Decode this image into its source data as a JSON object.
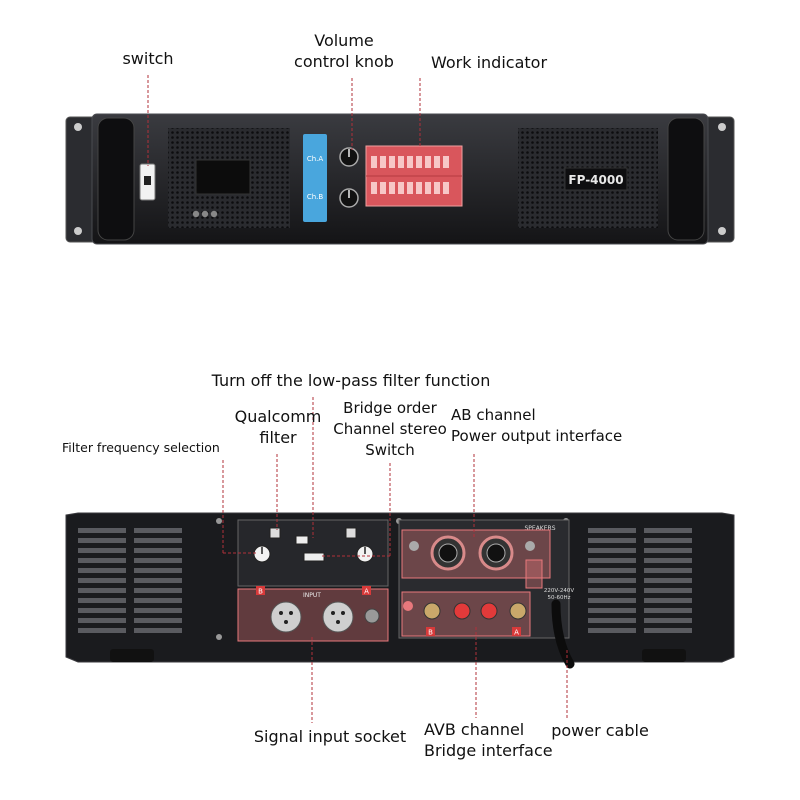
{
  "front_labels": {
    "switch": "switch",
    "volume_line1": "Volume",
    "volume_line2": "control knob",
    "work_indicator": "Work indicator"
  },
  "front_panel": {
    "model": "FP-4000",
    "ch_a": "Ch.A",
    "ch_b": "Ch.B"
  },
  "rear_labels": {
    "lowpass_off": "Turn off the low-pass filter function",
    "qualcomm_line1": "Qualcomm",
    "qualcomm_line2": "filter",
    "bridge_line1": "Bridge order",
    "bridge_line2": "Channel stereo",
    "bridge_line3": "Switch",
    "ab_line1": "AB channel",
    "ab_line2": "Power output interface",
    "filter_freq": "Filter frequency selection",
    "signal_input": "Signal input socket",
    "avb_line1": "AVB channel",
    "avb_line2": "Bridge interface",
    "power_cable": "power cable"
  },
  "rear_panel": {
    "input_text": "INPUT",
    "speakers_text": "SPEAKERS",
    "left_tag": "B",
    "right_tag": "A",
    "voltage_line1": "220V-240V",
    "voltage_line2": "50-60Hz"
  },
  "colors": {
    "leader_line": "#b0303a",
    "chassis": "#1e1f22",
    "highlight": "#e8787c",
    "ch_badge": "#49a6dd",
    "indicator": "#d9565c"
  }
}
